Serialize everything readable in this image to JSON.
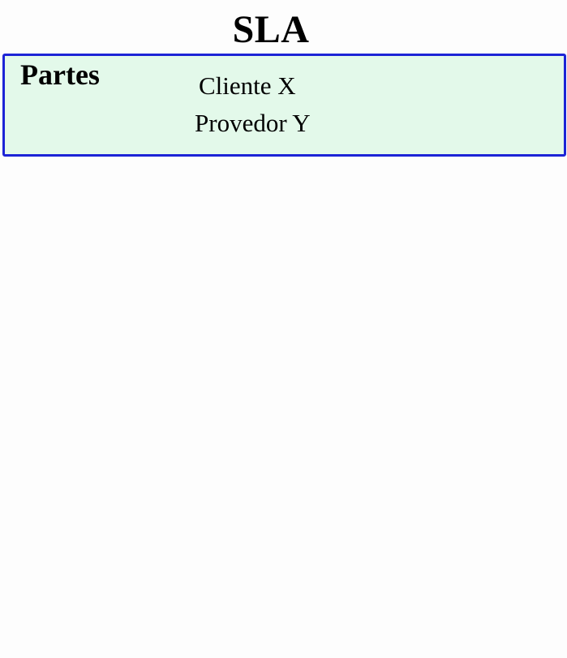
{
  "title": "SLA",
  "parties_box": {
    "label": "Partes",
    "items": [
      "Cliente X",
      "Provedor Y"
    ],
    "border_color": "#1c24d6",
    "fill_color": "#e3f9ea"
  }
}
